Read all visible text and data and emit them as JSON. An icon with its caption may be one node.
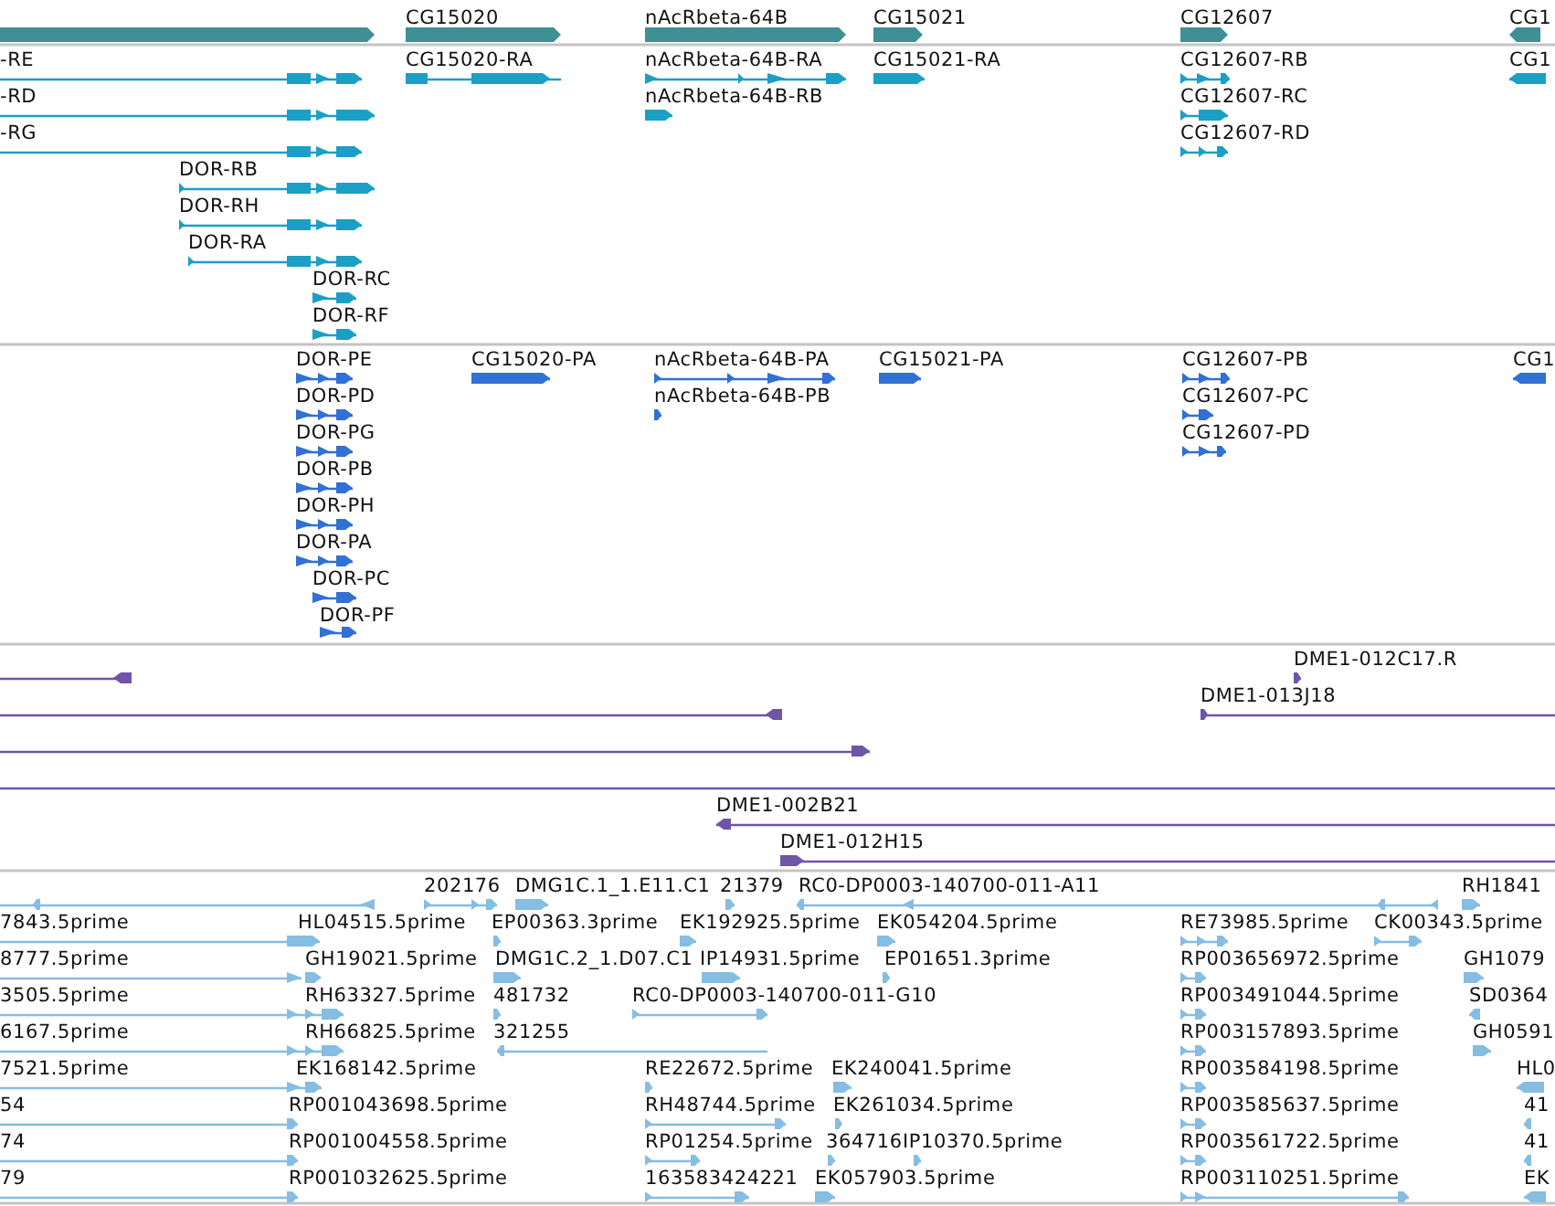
{
  "diagram": {
    "labels": [
      "CG15020",
      "nAcRbeta-64B",
      "CG15021",
      "CG12607",
      "CG1",
      "-RE",
      "CG15020-RA",
      "nAcRbeta-64B-RA",
      "CG15021-RA",
      "CG12607-RB",
      "CG1",
      "-RD",
      "nAcRbeta-64B-RB",
      "CG12607-RC",
      "-RG",
      "CG12607-RD",
      "DOR-RB",
      "DOR-RH",
      "DOR-RA",
      "DOR-RC",
      "DOR-RF",
      "DOR-PE",
      "CG15020-PA",
      "nAcRbeta-64B-PA",
      "CG15021-PA",
      "CG12607-PB",
      "CG1",
      "DOR-PD",
      "nAcRbeta-64B-PB",
      "CG12607-PC",
      "DOR-PG",
      "CG12607-PD",
      "DOR-PB",
      "DOR-PH",
      "DOR-PA",
      "DOR-PC",
      "DOR-PF",
      "DME1-012C17.R",
      "DME1-013J18",
      "DME1-002B21",
      "DME1-012H15",
      "202176",
      "DMG1C.1_1.E11.C1",
      "21379",
      "RC0-DP0003-140700-011-A11",
      "RH1841",
      "7843.5prime",
      "HL04515.5prime",
      "EP00363.3prime",
      "EK192925.5prime",
      "EK054204.5prime",
      "RE73985.5prime",
      "CK00343.5prime",
      "8777.5prime",
      "GH19021.5prime",
      "DMG1C.2_1.D07.C1",
      "IP14931.5prime",
      "EP01651.3prime",
      "RP003656972.5prime",
      "GH1079",
      "3505.5prime",
      "RH63327.5prime",
      "481732",
      "RC0-DP0003-140700-011-G10",
      "RP003491044.5prime",
      "SD0364",
      "6167.5prime",
      "RH66825.5prime",
      "321255",
      "RP003157893.5prime",
      "GH0591",
      "7521.5prime",
      "EK168142.5prime",
      "RE22672.5prime",
      "EK240041.5prime",
      "RP003584198.5prime",
      "HL0",
      "54",
      "RP001043698.5prime",
      "RH48744.5prime",
      "EK261034.5prime",
      "RP003585637.5prime",
      "41",
      "74",
      "RP001004558.5prime",
      "RP01254.5prime",
      "364716",
      "IP10370.5prime",
      "RP003561722.5prime",
      "41",
      "79",
      "RP001032625.5prime",
      "163583424221",
      "EK057903.5prime",
      "RP003110251.5prime",
      "EK"
    ]
  }
}
